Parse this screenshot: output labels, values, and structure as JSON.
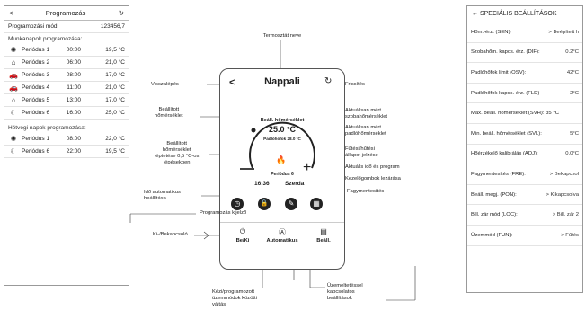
{
  "programming": {
    "back": "<",
    "title": "Programozás",
    "mode_label": "Programozási mód:",
    "mode_value": "123456,7",
    "weekdays_title": "Munkanapok programozása:",
    "weekdays": [
      {
        "icon": "sun-icon",
        "glyph": "✺",
        "name": "Periódus 1",
        "time": "00:00",
        "temp": "19,5 °C"
      },
      {
        "icon": "house-icon",
        "glyph": "⌂",
        "name": "Periódus 2",
        "time": "06:00",
        "temp": "21,0 °C"
      },
      {
        "icon": "car-icon",
        "glyph": "🚗",
        "name": "Periódus 3",
        "time": "08:00",
        "temp": "17,0 °C"
      },
      {
        "icon": "car-icon",
        "glyph": "🚗",
        "name": "Periódus 4",
        "time": "11:00",
        "temp": "21,0 °C"
      },
      {
        "icon": "house-icon",
        "glyph": "⌂",
        "name": "Periódus 5",
        "time": "13:00",
        "temp": "17,0 °C"
      },
      {
        "icon": "moon-icon",
        "glyph": "☾",
        "name": "Periódus 6",
        "time": "16:00",
        "temp": "25,0 °C"
      }
    ],
    "weekend_title": "Hétvégi napok programozása:",
    "weekend": [
      {
        "icon": "sun-icon",
        "glyph": "✺",
        "name": "Periódus 1",
        "time": "08:00",
        "temp": "22,0 °C"
      },
      {
        "icon": "moon-icon",
        "glyph": "☾",
        "name": "Periódus 6",
        "time": "22:00",
        "temp": "19,5 °C"
      }
    ]
  },
  "special": {
    "title": "← SPECIÁLIS BEÁLLÍTÁSOK",
    "rows": [
      {
        "label": "Hőm.-érz. (SEN):",
        "value": "> Beépített h"
      },
      {
        "label": "Szobahőm. kapcs. érz. (DIF):",
        "value": "0.2°C"
      },
      {
        "label": "Padlóhőfok limit (OSV):",
        "value": "42°C"
      },
      {
        "label": "Padlóhőfok kapcs. érz. (FLD)",
        "value": "2°C"
      },
      {
        "label": "Max. beáll. hőmérséklet (SVH): 35 °C",
        "value": ""
      },
      {
        "label": "Min. beáll. hőmérséklet (SVL):",
        "value": "5°C"
      },
      {
        "label": "Hőérzékelő kalibrálás (ADJ):",
        "value": "0.0°C"
      },
      {
        "label": "Fagymentesítés (FRE):",
        "value": "> Bekapcsol"
      },
      {
        "label": "Beáll. megj. (PON):",
        "value": "> Kikapcsolva"
      },
      {
        "label": "Bill. zár mód (LOC):",
        "value": "> Bill. zár 2"
      },
      {
        "label": "Üzemmód (FUN):",
        "value": "> Fűtés"
      }
    ]
  },
  "phone": {
    "back": "<",
    "title": "Nappali",
    "setpoint_label": "Beáll. hőmérséklet",
    "setpoint_value": "25.0 °C",
    "floor_label": "Padlóhőfok 28.0 °C",
    "period": "Periódus 6",
    "time": "16:36",
    "day": "Szerda",
    "bottom_power": "Be/Ki",
    "bottom_mode": "Automatikus",
    "bottom_settings": "Beáll."
  },
  "annotations": {
    "name": "Termosztát neve",
    "back": "Visszalépés",
    "refresh": "Frissítés",
    "set_temp": "Beállított\nhőmérséklet",
    "room_temp": "Aktuálisan mért\nszobahőmérséklet",
    "floor_temp": "Aktuálisan mért\npadlóhőmérséklet",
    "step": "Beállított\nhőmérséklet\nléptetése 0,5 °C-os\nlépésekben",
    "heat_state": "Fűtési/hűtési\nállapot jelzése",
    "period_info": "Aktuális idő és program",
    "lock": "Kezelőgombok lezárása",
    "auto_time": "Idő automatikus\nbeállítása",
    "frost": "Fagymentesítés",
    "prog_display": "Programozás kijelző",
    "onoff": "Ki-/Bekapcsoló",
    "manual": "Kézi/programozott\nüzemmódok közötti\nváltás",
    "service": "Üzemeltetéssel\nkapcsolatos\nbeállítások"
  }
}
